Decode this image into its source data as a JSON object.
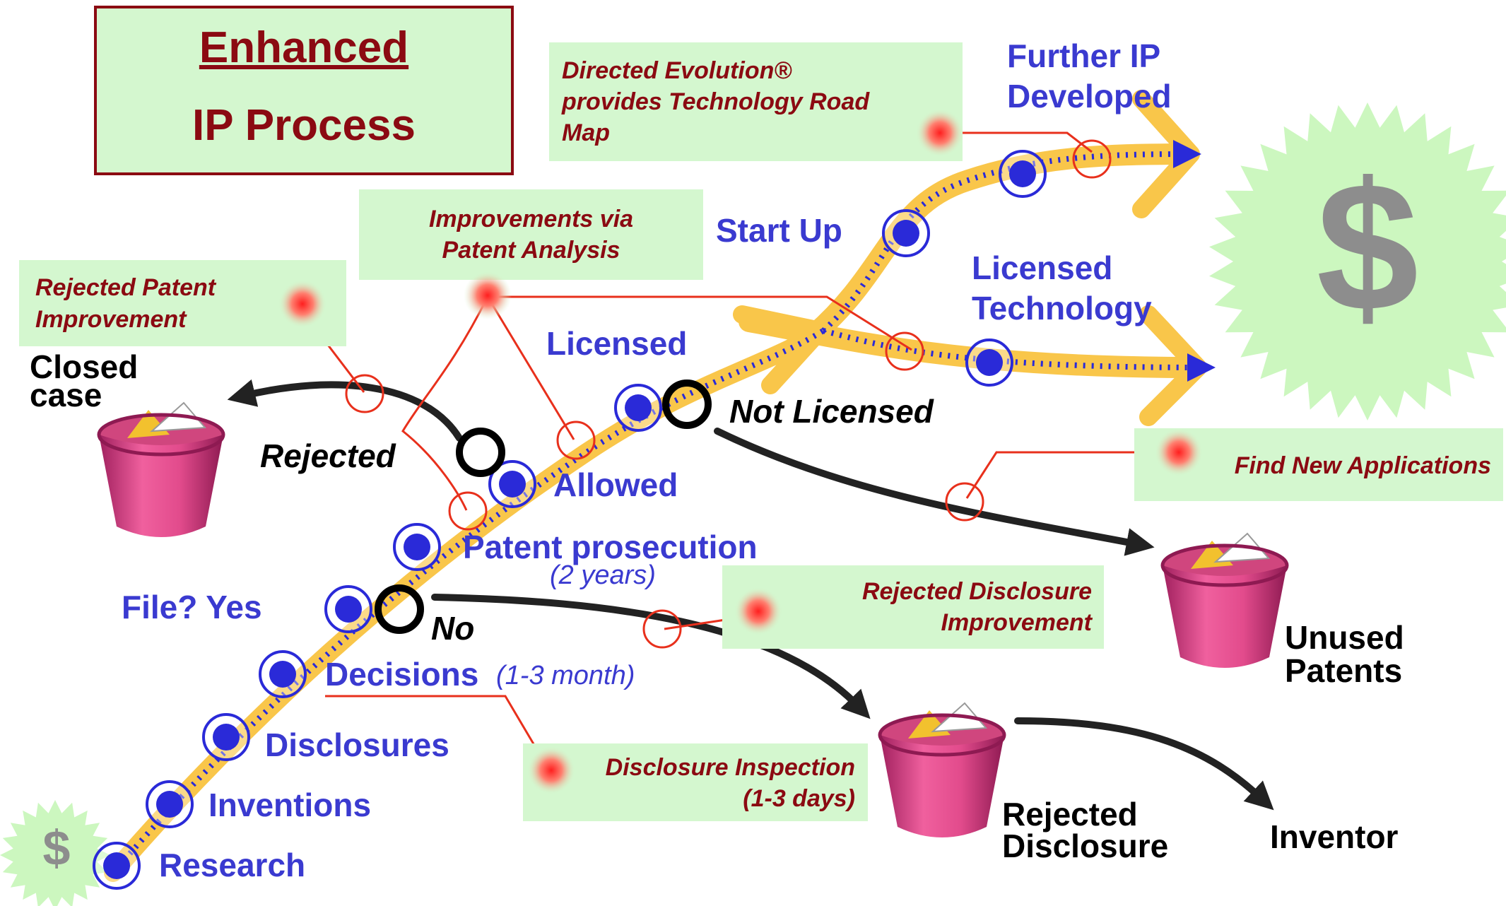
{
  "title": {
    "line1": "Enhanced",
    "line2": "IP Process"
  },
  "stages": {
    "research": "Research",
    "inventions": "Inventions",
    "disclosures": "Disclosures",
    "decisions": "Decisions",
    "decisions_time": "(1-3 month)",
    "file_yes": "File? Yes",
    "no": "No",
    "patent_prosecution": "Patent prosecution",
    "prosecution_time": "(2 years)",
    "allowed": "Allowed",
    "rejected": "Rejected",
    "licensed": "Licensed",
    "not_licensed": "Not Licensed",
    "start_up": "Start Up",
    "further_ip": "Further IP",
    "developed": "Developed",
    "licensed_technology_1": "Licensed",
    "licensed_technology_2": "Technology"
  },
  "outcomes": {
    "closed_case_1": "Closed",
    "closed_case_2": "case",
    "unused_patents_1": "Unused",
    "unused_patents_2": "Patents",
    "rejected_disclosure_1": "Rejected",
    "rejected_disclosure_2": "Disclosure",
    "inventor": "Inventor"
  },
  "notes": {
    "directed_evolution": [
      "Directed Evolution®",
      "provides Technology Road",
      "Map"
    ],
    "improvements": [
      "Improvements via",
      "Patent Analysis"
    ],
    "rejected_patent": [
      "Rejected Patent",
      "Improvement"
    ],
    "find_new_apps": [
      "Find New Applications"
    ],
    "rejected_disclosure": [
      "Rejected Disclosure",
      "Improvement"
    ],
    "disclosure_inspection": [
      "Disclosure Inspection",
      "(1-3 days)"
    ]
  },
  "icons": {
    "big_dollar": "$",
    "small_dollar": "$",
    "trash": "trash-basket-icon"
  },
  "colors": {
    "stage_text": "#3a3ad0",
    "note_text": "#8b0a12",
    "note_bg": "#d4f7cf",
    "path": "#f9c64a",
    "node": "#2a2ad8",
    "connector": "#e8301c",
    "burst": "#ccf7bf"
  }
}
